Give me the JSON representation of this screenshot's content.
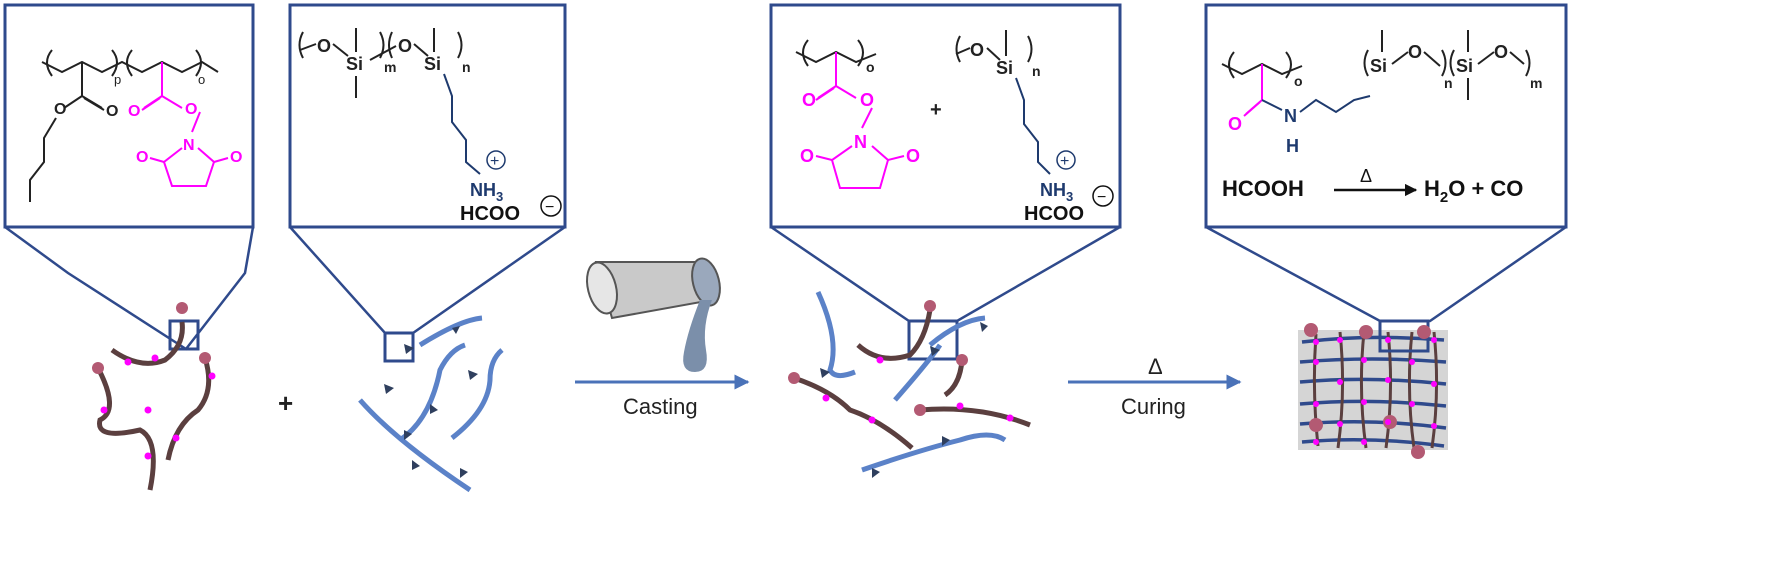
{
  "colors": {
    "frame": "#2f4a8c",
    "acrylate": "#ff00ff",
    "siloxane": "#1e3a6e",
    "chain_brown": "#5b3f3f",
    "chain_blue": "#5b82c8",
    "end_group": "#b35a73",
    "arrow": "#4a72b8"
  },
  "panel1": {
    "sub_p": "p",
    "sub_o": "o",
    "O1": "O",
    "O2": "O",
    "O3": "O",
    "O4": "O",
    "O5": "O",
    "O6": "O",
    "N": "N"
  },
  "panel2": {
    "O1": "O",
    "Si1": "Si",
    "sub_m": "m",
    "O2": "O",
    "Si2": "Si",
    "sub_n": "n",
    "amine": "NH",
    "amine_sub": "3",
    "charge_plus": "+",
    "counterion": "HCOO",
    "charge_minus": "−"
  },
  "plus_between": "+",
  "panel3": {
    "sub_o": "o",
    "O1": "O",
    "O2": "O",
    "N": "N",
    "O3": "O",
    "O4": "O",
    "plus": "+",
    "O5": "O",
    "Si": "Si",
    "sub_n": "n",
    "amine": "NH",
    "amine_sub": "3",
    "charge_plus": "+",
    "counterion": "HCOO",
    "charge_minus": "−"
  },
  "panel4": {
    "sub_o": "o",
    "O": "O",
    "N": "N",
    "H": "H",
    "Si1": "Si",
    "O1": "O",
    "sub_n": "n",
    "Si2": "Si",
    "O2": "O",
    "sub_m": "m",
    "reactant": "HCOOH",
    "delta": "Δ",
    "product_h": "H",
    "product_sub": "2",
    "product_rest": "O + CO"
  },
  "step_casting": "Casting",
  "step_curing_delta": "Δ",
  "step_curing": "Curing"
}
